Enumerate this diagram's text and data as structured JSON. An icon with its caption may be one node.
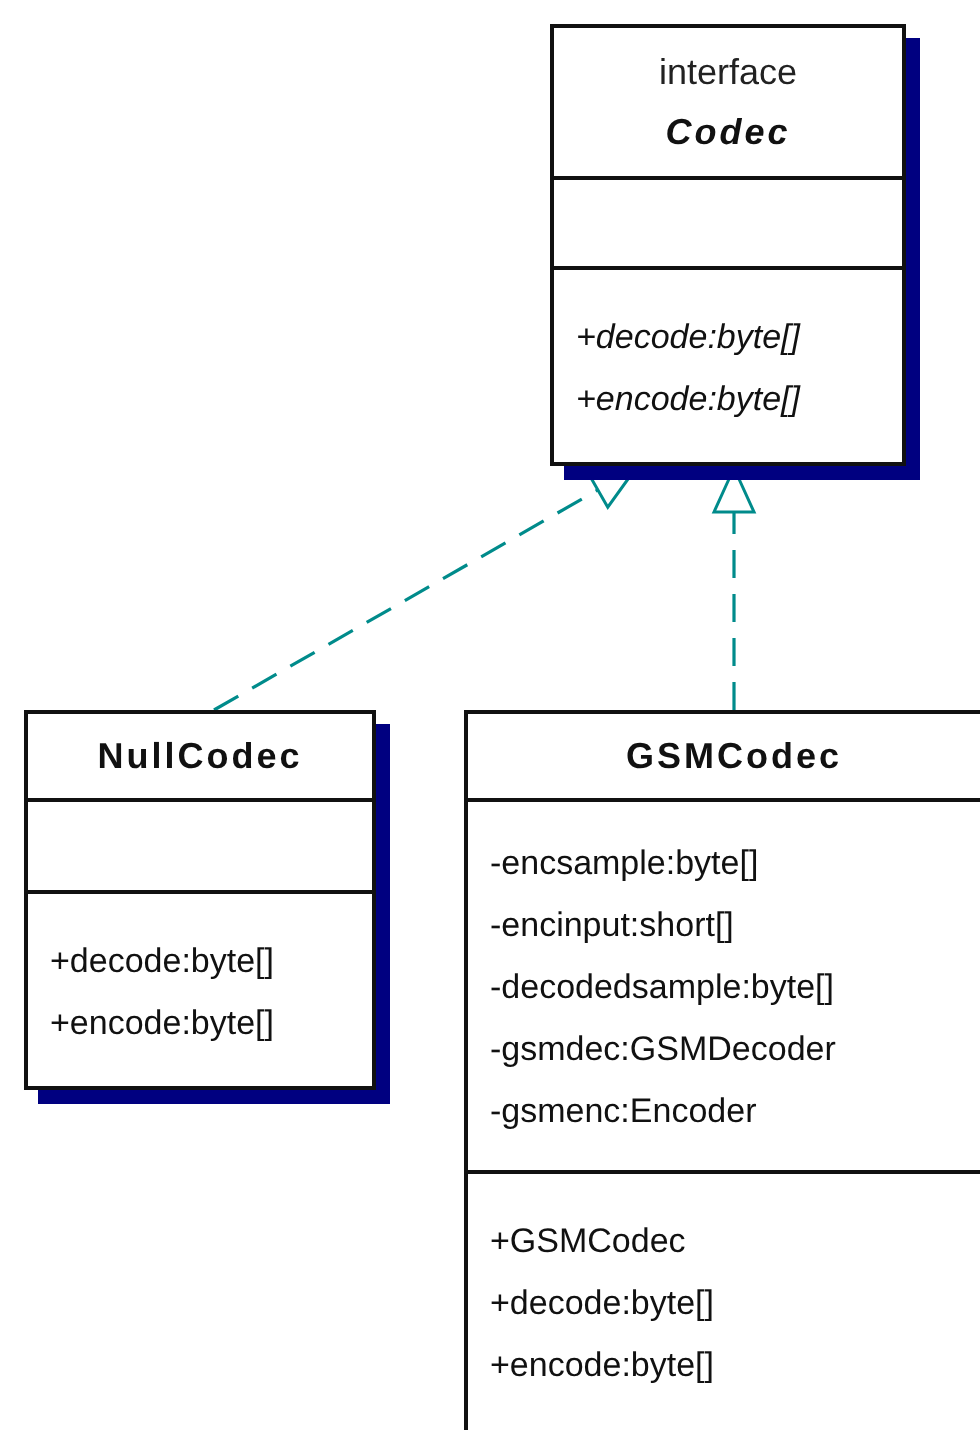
{
  "diagram": {
    "nodes": [
      {
        "text": [
          "interface",
          "Codec",
          "+decode:byte[]",
          "+encode:byte[]"
        ]
      },
      {
        "text": [
          "NullCodec",
          "+decode:byte[]",
          "+encode:byte[]"
        ]
      },
      {
        "text": [
          "GSMCodec",
          "-encsample:byte[]",
          "-encinput:short[]",
          "-decodedsample:byte[]",
          "-gsmdec:GSMDecoder",
          "-gsmenc:Encoder",
          "+GSMCodec",
          "+decode:byte[]",
          "+encode:byte[]"
        ]
      }
    ],
    "edges": [
      {
        "from": 1,
        "to": 0,
        "arrow": "to",
        "style": "dashed"
      },
      {
        "from": 2,
        "to": 0,
        "arrow": "to",
        "style": "dashed"
      }
    ]
  }
}
